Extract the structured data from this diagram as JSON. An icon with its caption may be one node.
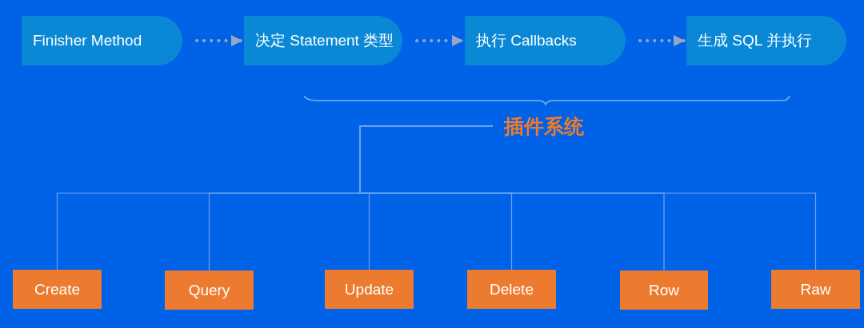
{
  "diagram": {
    "nodes": [
      {
        "text": [
          "Finisher Method"
        ]
      },
      {
        "text": [
          "决定 Statement 类型"
        ]
      },
      {
        "text": [
          "执行 Callbacks"
        ]
      },
      {
        "text": [
          "生成 SQL 并执行"
        ]
      },
      {
        "text": [
          "插件系统"
        ]
      },
      {
        "text": [
          "Create"
        ]
      },
      {
        "text": [
          "Query"
        ]
      },
      {
        "text": [
          "Update"
        ]
      },
      {
        "text": [
          "Delete"
        ]
      },
      {
        "text": [
          "Row"
        ]
      },
      {
        "text": [
          "Raw"
        ]
      }
    ],
    "edges": [
      {
        "from": 0,
        "to": 1,
        "arrow": "to",
        "style": "dashed",
        "color": "#9aa6c8"
      },
      {
        "from": 1,
        "to": 2,
        "arrow": "to",
        "style": "dashed",
        "color": "#9aa6c8"
      },
      {
        "from": 2,
        "to": 3,
        "arrow": "to",
        "style": "dashed",
        "color": "#9aa6c8"
      },
      {
        "from": 4,
        "to": 5,
        "arrow": "none"
      },
      {
        "from": 4,
        "to": 6,
        "arrow": "none"
      },
      {
        "from": 4,
        "to": 7,
        "arrow": "none"
      },
      {
        "from": 4,
        "to": 8,
        "arrow": "none"
      },
      {
        "from": 4,
        "to": 9,
        "arrow": "none"
      },
      {
        "from": 4,
        "to": 10,
        "arrow": "none"
      }
    ]
  }
}
